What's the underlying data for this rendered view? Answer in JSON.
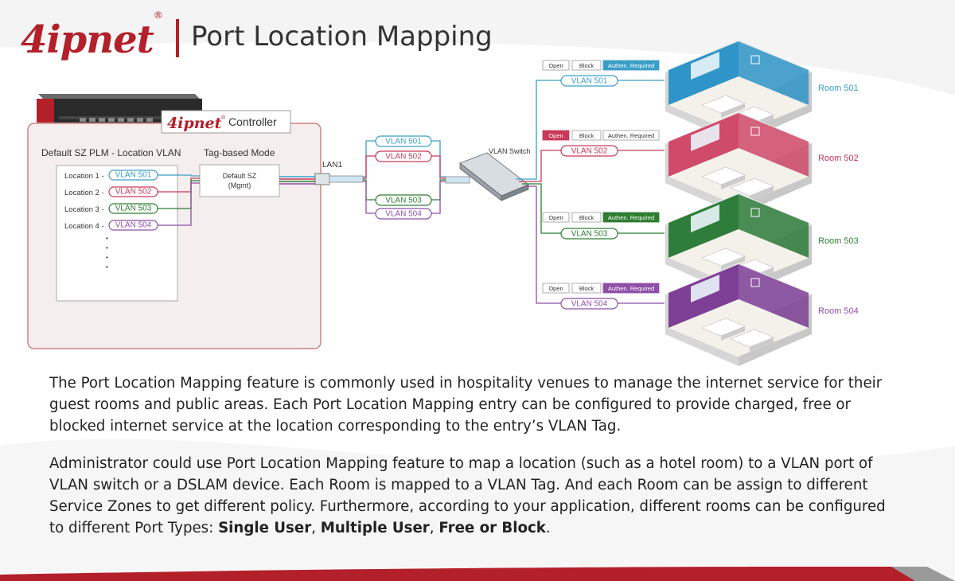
{
  "header": {
    "logo_text": "4ipnet",
    "logo_reg": "®",
    "title": "Port Location Mapping"
  },
  "controller": {
    "logo_text": "4ipnet",
    "logo_reg": "®",
    "label": "Controller",
    "plm_title": "Default SZ PLM - Location VLAN",
    "mode_title": "Tag-based Mode",
    "default_sz": "Default SZ",
    "mgmt": "(Mgmt)",
    "lan": "LAN1",
    "dots": "•",
    "locations": [
      {
        "label": "Location 1 -",
        "vlan": "VLAN 501",
        "color": "#3a9fc7"
      },
      {
        "label": "Location 2 -",
        "vlan": "VLAN 502",
        "color": "#c9395a"
      },
      {
        "label": "Location 3 -",
        "vlan": "VLAN 503",
        "color": "#2e7d32"
      },
      {
        "label": "Location 4 -",
        "vlan": "VLAN 504",
        "color": "#8e4fa8"
      }
    ]
  },
  "trunk": {
    "vlans": [
      {
        "label": "VLAN 501",
        "color": "#3a9fc7"
      },
      {
        "label": "VLAN 502",
        "color": "#c9395a"
      },
      {
        "label": "VLAN 503",
        "color": "#2e7d32"
      },
      {
        "label": "VLAN 504",
        "color": "#8e4fa8"
      }
    ]
  },
  "switch": {
    "label": "VLAN Switch"
  },
  "rooms": [
    {
      "vlan": "VLAN 501",
      "name": "Room 501",
      "color": "#3a9fc7",
      "active": "Authen. Required",
      "buttons": [
        "Open",
        "Block",
        "Authen. Required"
      ]
    },
    {
      "vlan": "VLAN 502",
      "name": "Room 502",
      "color": "#c9395a",
      "active": "Open",
      "buttons": [
        "Open",
        "Block",
        "Authen. Required"
      ]
    },
    {
      "vlan": "VLAN 503",
      "name": "Room 503",
      "color": "#2e7d32",
      "active": "Authen. Required",
      "buttons": [
        "Open",
        "Block",
        "Authen. Required"
      ]
    },
    {
      "vlan": "VLAN 504",
      "name": "Room 504",
      "color": "#8e4fa8",
      "active": "Authen. Required",
      "buttons": [
        "Open",
        "Block",
        "Authen. Required"
      ]
    }
  ],
  "body": {
    "p1": "The Port Location Mapping feature is commonly used in hospitality venues to manage the internet service for their guest rooms and public areas. Each Port Location Mapping entry can be configured to provide charged, free or blocked internet service at the location corresponding to the entry’s VLAN Tag.",
    "p2_start": "Administrator could use Port Location Mapping feature to map a location (such as a hotel room) to a VLAN port of VLAN switch or a DSLAM device. Each Room is mapped to a VLAN Tag. And each Room can be assign to different Service Zones to get different policy. Furthermore, according to your application, different rooms can be configured to different Port Types: ",
    "type1": "Single User",
    "sep1": ", ",
    "type2": "Multiple User",
    "sep2": ", ",
    "type3": "Free or Block",
    "end": "."
  },
  "colors": {
    "brand": "#b3202a",
    "room501_wall": "#2f95c8",
    "room502_wall": "#d04a6a",
    "room503_wall": "#2e7d3a",
    "room504_wall": "#7e3f96"
  }
}
